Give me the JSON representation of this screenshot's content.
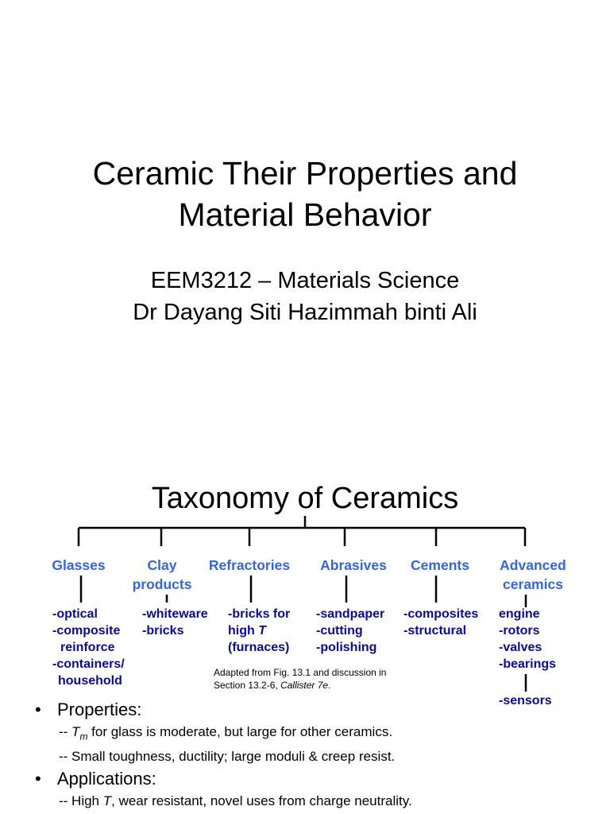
{
  "slide1": {
    "title_line1": "Ceramic Their Properties and",
    "title_line2": "Material Behavior",
    "course": "EEM3212 – Materials Science",
    "author": "Dr Dayang Siti Hazimmah binti Ali"
  },
  "slide2": {
    "title": "Taxonomy of Ceramics",
    "categories": [
      {
        "lines": [
          "Glasses"
        ],
        "items": [
          "-optical",
          "-composite",
          "reinforce",
          "-containers/",
          "household"
        ]
      },
      {
        "lines": [
          "Clay",
          "products"
        ],
        "items": [
          "-whiteware",
          "-bricks"
        ]
      },
      {
        "lines": [
          "Refractories"
        ],
        "items": [
          "-bricks for",
          "high",
          "(furnaces)"
        ]
      },
      {
        "lines": [
          "Abrasives"
        ],
        "items": [
          "-sandpaper",
          "-cutting",
          "-polishing"
        ]
      },
      {
        "lines": [
          "Cements"
        ],
        "items": [
          "-composites",
          "-structural"
        ]
      },
      {
        "lines": [
          "Advanced",
          "ceramics"
        ],
        "items": [
          "engine",
          "-rotors",
          "-valves",
          "-bearings",
          "-sensors"
        ]
      }
    ],
    "refractory_T": "T",
    "caption_line1": "Adapted from Fig. 13.1 and discussion in",
    "caption_line2_prefix": "Section 13.2-6, ",
    "caption_line2_italic": "Callister 7e",
    "caption_line2_suffix": ".",
    "bullet_char": "•",
    "properties_heading": "Properties:",
    "prop1_prefix": "-- ",
    "prop1_T": "T",
    "prop1_sub": "m",
    "prop1_rest": " for glass is moderate, but large for other ceramics.",
    "prop2": "-- Small toughness, ductility; large moduli & creep resist.",
    "applications_heading": "Applications:",
    "app1_prefix": "-- High ",
    "app1_T": "T",
    "app1_rest": ", wear resistant, novel uses from charge neutrality."
  }
}
